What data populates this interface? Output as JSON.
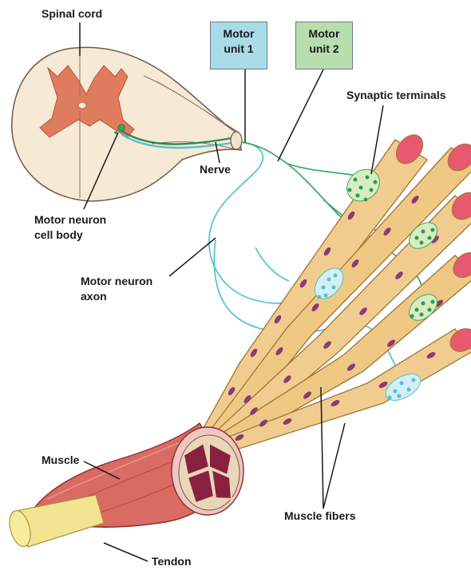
{
  "labels": {
    "spinal_cord": "Spinal cord",
    "nerve": "Nerve",
    "motor_neuron_cell_body_1": "Motor neuron",
    "motor_neuron_cell_body_2": "cell body",
    "motor_neuron_axon_1": "Motor neuron",
    "motor_neuron_axon_2": "axon",
    "synaptic_terminals": "Synaptic terminals",
    "muscle": "Muscle",
    "tendon": "Tendon",
    "muscle_fibers": "Muscle fibers"
  },
  "motor_units": [
    {
      "line1": "Motor",
      "line2": "unit 1",
      "color": "#a9dbe9"
    },
    {
      "line1": "Motor",
      "line2": "unit 2",
      "color": "#b7dfae"
    }
  ],
  "colors": {
    "fiber": "#f0cd8f",
    "fiber_edge": "#a47a3c",
    "nucleus": "#8a3a78",
    "fiber_end": "#e8586e",
    "unit1_axon": "#53c1cf",
    "unit2_axon": "#3aa860",
    "spinal_gray": "#e07c5e",
    "spinal_white": "#f6ead6",
    "muscle": "#d96b63",
    "tendon": "#f3e491"
  }
}
